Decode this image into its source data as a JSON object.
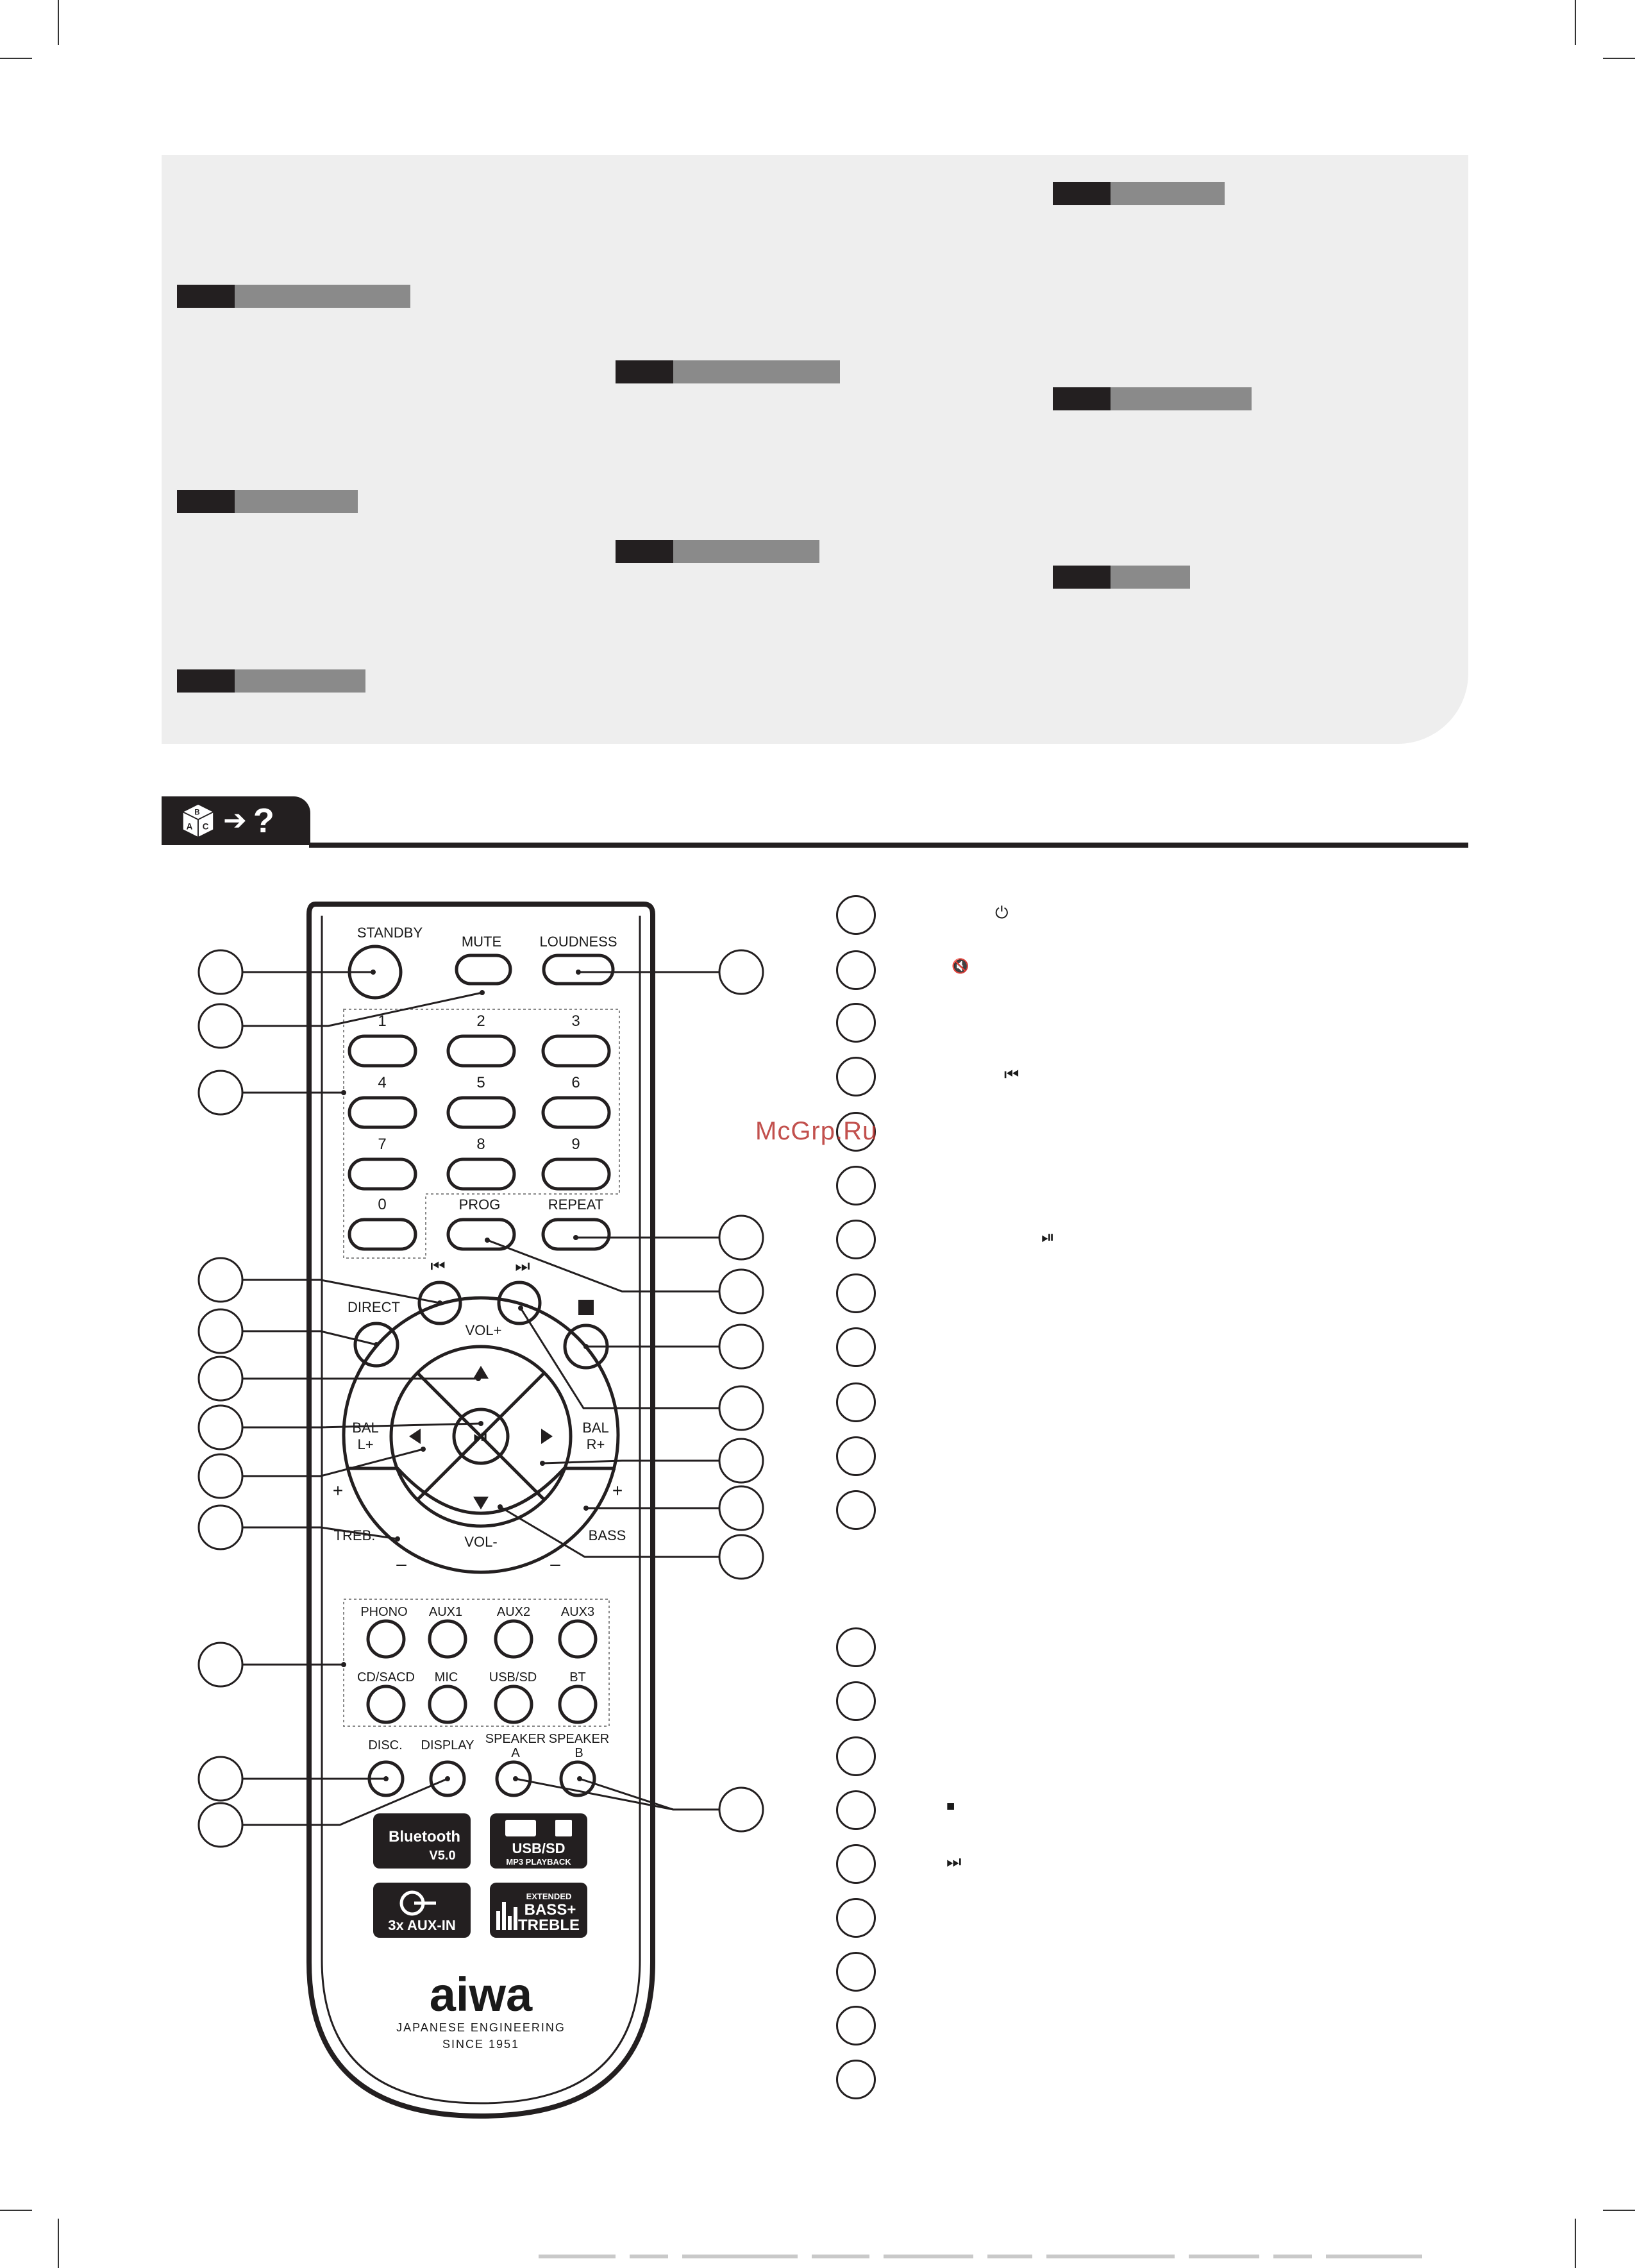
{
  "watermark": "McGrp.Ru",
  "remote": {
    "buttons": {
      "standby": "STANDBY",
      "mute": "MUTE",
      "loudness": "LOUDNESS",
      "prog": "PROG",
      "repeat": "REPEAT",
      "direct": "DIRECT",
      "vol_plus": "VOL+",
      "vol_minus": "VOL-",
      "bal_left_1": "BAL",
      "bal_left_2": "L+",
      "bal_right_1": "BAL",
      "bal_right_2": "R+",
      "treb": "TREB.",
      "bass": "BASS",
      "plus": "+",
      "minus": "–",
      "phono": "PHONO",
      "aux1": "AUX1",
      "aux2": "AUX2",
      "aux3": "AUX3",
      "cd_sacd": "CD/SACD",
      "mic": "MIC",
      "usb_sd": "USB/SD",
      "bt": "BT",
      "disc": "DISC.",
      "display": "DISPLAY",
      "speaker_a_1": "SPEAKER",
      "speaker_a_2": "A",
      "speaker_b_1": "SPEAKER",
      "speaker_b_2": "B"
    },
    "digits": [
      "1",
      "2",
      "3",
      "4",
      "5",
      "6",
      "7",
      "8",
      "9",
      "0"
    ],
    "badges": {
      "bluetooth_1": "Bluetooth",
      "bluetooth_2": "V5.0",
      "usb_1": "USB/SD",
      "usb_2": "MP3 PLAYBACK",
      "aux": "3x AUX-IN",
      "bass_1": "EXTENDED",
      "bass_2": "BASS+",
      "bass_3": "TREBLE"
    },
    "brand": {
      "logo": "aiwa",
      "line1": "JAPANESE ENGINEERING",
      "line2": "SINCE 1951"
    }
  },
  "legend_symbols": {
    "power": "⏻",
    "mute": "🔇",
    "prev": "⏮",
    "play_pause": "⏯",
    "stop": "■",
    "next": "⏭"
  }
}
